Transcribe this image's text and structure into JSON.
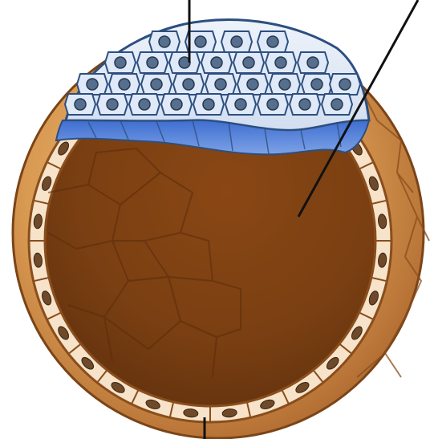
{
  "figure": {
    "subject": "blastocyst-cross-section",
    "labels_printed": []
  },
  "colors": {
    "shell_outer": "#c8873f",
    "shell_light": "#e8b272",
    "shell_cell_fill": "#f6e3c9",
    "shell_cell_line": "#8a4d1c",
    "blastocoel_dark": "#7a3f12",
    "blastocoel_mid": "#9b5521",
    "icm_light": "#dfe9f7",
    "icm_line": "#2d4f7f",
    "icm_nucleus": "#566f8e",
    "hypoblast_blue": "#4a7fd8",
    "trophoblast_nucleus": "#6e4a2a",
    "leader_line": "#111111"
  },
  "leader_lines": [
    {
      "target": "inner-cell-mass",
      "direction": "up"
    },
    {
      "target": "blastocoel",
      "direction": "upper-right"
    },
    {
      "target": "trophoblast",
      "direction": "down"
    }
  ]
}
